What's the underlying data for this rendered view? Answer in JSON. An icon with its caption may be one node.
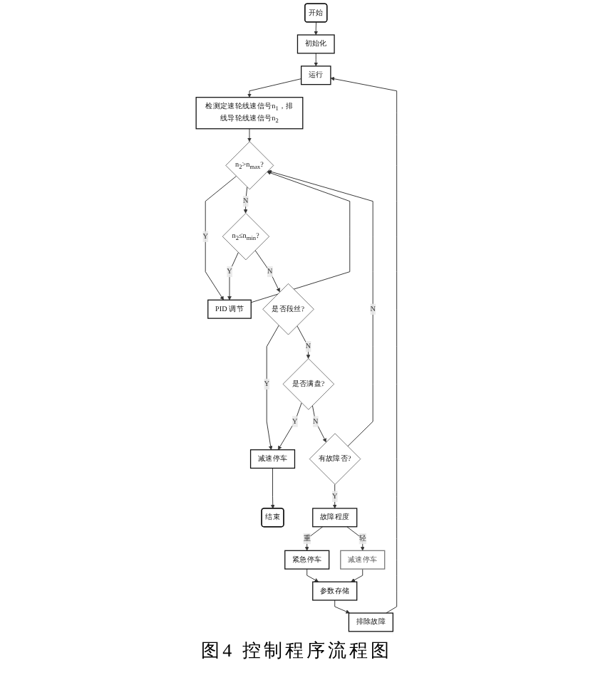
{
  "diagram": {
    "caption": "图4 控制程序流程图",
    "nodes": [
      {
        "text": [
          "开始"
        ]
      },
      {
        "text": [
          "初始化"
        ]
      },
      {
        "text": [
          "运行"
        ]
      },
      {
        "text": [
          "检测定速轮线速信号n$_{1}$，排线导轮线速信号n$_{2}$"
        ]
      },
      {
        "text": [
          "n$_{2}$>n$_{max}$?"
        ]
      },
      {
        "text": [
          "n$_{2}$≤n$_{min}$?"
        ]
      },
      {
        "text": [
          "PID 调节"
        ]
      },
      {
        "text": [
          "是否段丝?"
        ]
      },
      {
        "text": [
          "是否满盘?"
        ]
      },
      {
        "text": [
          "有故障否?"
        ]
      },
      {
        "text": [
          "故障程度"
        ]
      },
      {
        "text": [
          "紧急停车"
        ]
      },
      {
        "text": [
          "减速停车"
        ]
      },
      {
        "text": [
          "参数存储"
        ]
      },
      {
        "text": [
          "排除故障"
        ]
      },
      {
        "text": [
          "减速停车"
        ]
      },
      {
        "text": [
          "结束"
        ]
      }
    ],
    "edges": [
      {
        "from": 0,
        "to": 1,
        "arrow": "to"
      },
      {
        "from": 1,
        "to": 2,
        "arrow": "to"
      },
      {
        "from": 2,
        "to": 3,
        "arrow": "to"
      },
      {
        "from": 3,
        "to": 4,
        "arrow": "to"
      },
      {
        "from": 4,
        "to": 6,
        "label": "Y",
        "arrow": "to"
      },
      {
        "from": 4,
        "to": 5,
        "label": "N",
        "arrow": "to"
      },
      {
        "from": 5,
        "to": 6,
        "label": "Y",
        "arrow": "to"
      },
      {
        "from": 5,
        "to": 7,
        "label": "N",
        "arrow": "to"
      },
      {
        "from": 6,
        "to": 4,
        "arrow": "to"
      },
      {
        "from": 7,
        "to": 15,
        "label": "Y",
        "arrow": "to"
      },
      {
        "from": 7,
        "to": 8,
        "label": "N",
        "arrow": "to"
      },
      {
        "from": 8,
        "to": 15,
        "label": "Y",
        "arrow": "to"
      },
      {
        "from": 8,
        "to": 9,
        "label": "N",
        "arrow": "to"
      },
      {
        "from": 9,
        "to": 10,
        "label": "Y",
        "arrow": "to"
      },
      {
        "from": 9,
        "to": 4,
        "label": "N",
        "arrow": "to"
      },
      {
        "from": 10,
        "to": 11,
        "label": "重",
        "arrow": "to"
      },
      {
        "from": 10,
        "to": 12,
        "label": "轻",
        "arrow": "to"
      },
      {
        "from": 11,
        "to": 13,
        "arrow": "to"
      },
      {
        "from": 12,
        "to": 13,
        "arrow": "to"
      },
      {
        "from": 13,
        "to": 14,
        "arrow": "to"
      },
      {
        "from": 14,
        "to": 2,
        "arrow": "to"
      },
      {
        "from": 15,
        "to": 16,
        "arrow": "to"
      }
    ]
  }
}
